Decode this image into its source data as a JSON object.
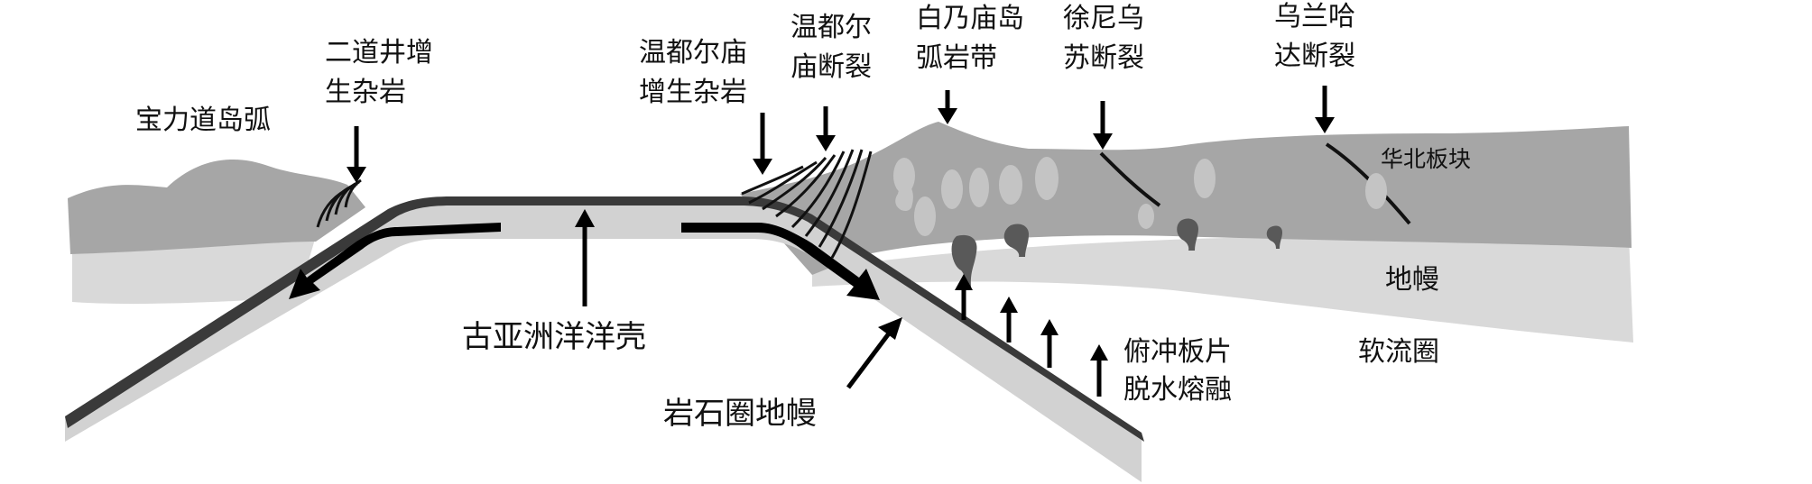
{
  "labels": {
    "baoli_arc": "宝力道岛弧",
    "erdaojing": [
      "二道井增",
      "生杂岩"
    ],
    "wendur_complex": [
      "温都尔庙",
      "增生杂岩"
    ],
    "wendur_fault": [
      "温都尔",
      "庙断裂"
    ],
    "bainaimiao": [
      "白乃庙岛",
      "弧岩带"
    ],
    "xuniwu": [
      "徐尼乌",
      "苏断裂"
    ],
    "wulanhada": [
      "乌兰哈",
      "达断裂"
    ],
    "north_china": "华北板块",
    "mantle": "地幔",
    "asthenosphere": "软流圈",
    "ocean_crust": "古亚洲洋洋壳",
    "lithosphere": "岩石圈地幔",
    "slab_melting": [
      "俯冲板片",
      "脱水熔融"
    ]
  },
  "colors": {
    "crust_gray": "#a6a6a6",
    "mantle_light": "#d9d9d9",
    "slab_dark": "#3a3a3a",
    "slab_light": "#cfcfcf",
    "plume_dark": "#595959",
    "plume_light": "#c4c4c4",
    "ink": "#111111"
  }
}
